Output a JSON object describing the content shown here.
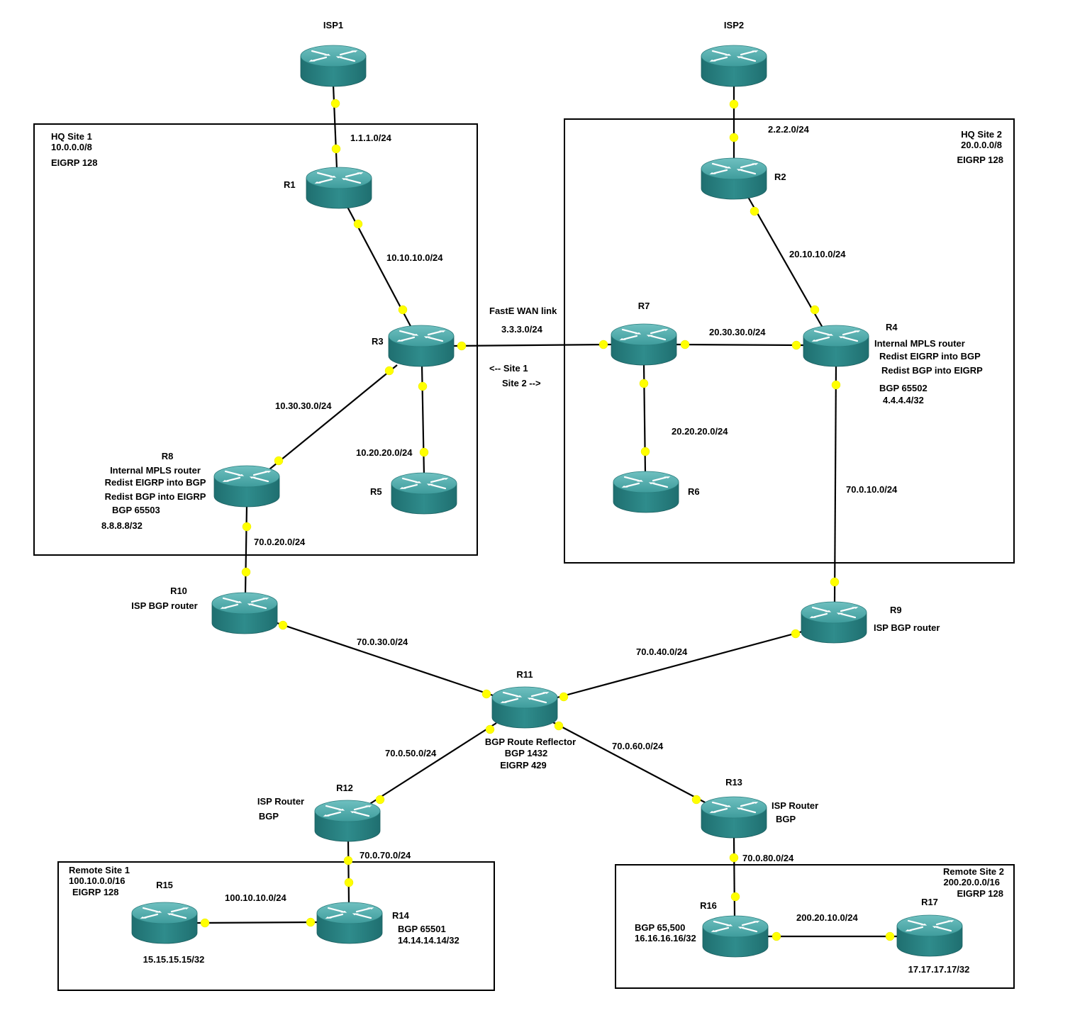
{
  "sites": [
    {
      "id": "hq1",
      "lines": [
        "HQ Site 1",
        "10.0.0.0/8",
        "EIGRP 128"
      ]
    },
    {
      "id": "hq2",
      "lines": [
        "HQ Site 2",
        "20.0.0.0/8",
        "EIGRP 128"
      ]
    },
    {
      "id": "remote1",
      "lines": [
        "Remote Site 1",
        "100.10.0.0/16",
        "EIGRP 128"
      ]
    },
    {
      "id": "remote2",
      "lines": [
        "Remote Site 2",
        "200.20.0.0/16",
        "EIGRP 128"
      ]
    }
  ],
  "routers": [
    {
      "id": "ISP1",
      "name": "ISP1",
      "notes": []
    },
    {
      "id": "ISP2",
      "name": "ISP2",
      "notes": []
    },
    {
      "id": "R1",
      "name": "R1",
      "notes": []
    },
    {
      "id": "R2",
      "name": "R2",
      "notes": []
    },
    {
      "id": "R3",
      "name": "R3",
      "notes": []
    },
    {
      "id": "R4",
      "name": "R4",
      "notes": [
        "Internal MPLS router",
        "Redist EIGRP into BGP",
        "Redist BGP into EIGRP",
        "BGP 65502",
        "4.4.4.4/32"
      ]
    },
    {
      "id": "R5",
      "name": "R5",
      "notes": []
    },
    {
      "id": "R6",
      "name": "R6",
      "notes": []
    },
    {
      "id": "R7",
      "name": "R7",
      "notes": []
    },
    {
      "id": "R8",
      "name": "R8",
      "notes": [
        "Internal MPLS router",
        "Redist EIGRP into BGP",
        "Redist BGP into EIGRP",
        "BGP 65503",
        "8.8.8.8/32"
      ]
    },
    {
      "id": "R9",
      "name": "R9",
      "notes": [
        "ISP BGP router"
      ]
    },
    {
      "id": "R10",
      "name": "R10",
      "notes": [
        "ISP BGP router"
      ]
    },
    {
      "id": "R11",
      "name": "R11",
      "notes": [
        "BGP Route Reflector",
        "BGP 1432",
        "EIGRP 429"
      ]
    },
    {
      "id": "R12",
      "name": "R12",
      "notes": [
        "ISP Router",
        "BGP"
      ]
    },
    {
      "id": "R13",
      "name": "R13",
      "notes": [
        "ISP Router",
        "BGP"
      ]
    },
    {
      "id": "R14",
      "name": "R14",
      "notes": [
        "BGP 65501",
        "14.14.14.14/32"
      ]
    },
    {
      "id": "R15",
      "name": "R15",
      "notes": [
        "15.15.15.15/32"
      ]
    },
    {
      "id": "R16",
      "name": "R16",
      "notes": [
        "BGP 65,500",
        "16.16.16.16/32"
      ]
    },
    {
      "id": "R17",
      "name": "R17",
      "notes": [
        "17.17.17.17/32"
      ]
    }
  ],
  "links": [
    {
      "id": "isp1-r1",
      "from": "ISP1",
      "to": "R1",
      "label": "1.1.1.0/24"
    },
    {
      "id": "isp2-r2",
      "from": "ISP2",
      "to": "R2",
      "label": "2.2.2.0/24"
    },
    {
      "id": "r1-r3",
      "from": "R1",
      "to": "R3",
      "label": "10.10.10.0/24"
    },
    {
      "id": "r2-r4",
      "from": "R2",
      "to": "R4",
      "label": "20.10.10.0/24"
    },
    {
      "id": "r3-r7",
      "from": "R3",
      "to": "R7",
      "label": "3.3.3.0/24"
    },
    {
      "id": "r7-r4",
      "from": "R7",
      "to": "R4",
      "label": "20.30.30.0/24"
    },
    {
      "id": "r3-r8",
      "from": "R3",
      "to": "R8",
      "label": "10.30.30.0/24"
    },
    {
      "id": "r3-r5",
      "from": "R3",
      "to": "R5",
      "label": "10.20.20.0/24"
    },
    {
      "id": "r7-r6",
      "from": "R7",
      "to": "R6",
      "label": "20.20.20.0/24"
    },
    {
      "id": "r8-r10",
      "from": "R8",
      "to": "R10",
      "label": "70.0.20.0/24"
    },
    {
      "id": "r4-r9",
      "from": "R4",
      "to": "R9",
      "label": "70.0.10.0/24"
    },
    {
      "id": "r10-r11",
      "from": "R10",
      "to": "R11",
      "label": "70.0.30.0/24"
    },
    {
      "id": "r9-r11",
      "from": "R9",
      "to": "R11",
      "label": "70.0.40.0/24"
    },
    {
      "id": "r11-r12",
      "from": "R11",
      "to": "R12",
      "label": "70.0.50.0/24"
    },
    {
      "id": "r11-r13",
      "from": "R11",
      "to": "R13",
      "label": "70.0.60.0/24"
    },
    {
      "id": "r12-r14",
      "from": "R12",
      "to": "R14",
      "label": "70.0.70.0/24"
    },
    {
      "id": "r13-r16",
      "from": "R13",
      "to": "R16",
      "label": "70.0.80.0/24"
    },
    {
      "id": "r15-r14",
      "from": "R15",
      "to": "R14",
      "label": "100.10.10.0/24"
    },
    {
      "id": "r16-r17",
      "from": "R16",
      "to": "R17",
      "label": "200.20.10.0/24"
    }
  ],
  "wan": {
    "title": "FastE WAN link",
    "site1_arrow": "<-- Site 1",
    "site2_arrow": "Site 2 -->"
  },
  "colors": {
    "router_body": "#2e8b8b",
    "router_top": "#4aa8a8",
    "port": "#ffff00",
    "line": "#000000"
  }
}
